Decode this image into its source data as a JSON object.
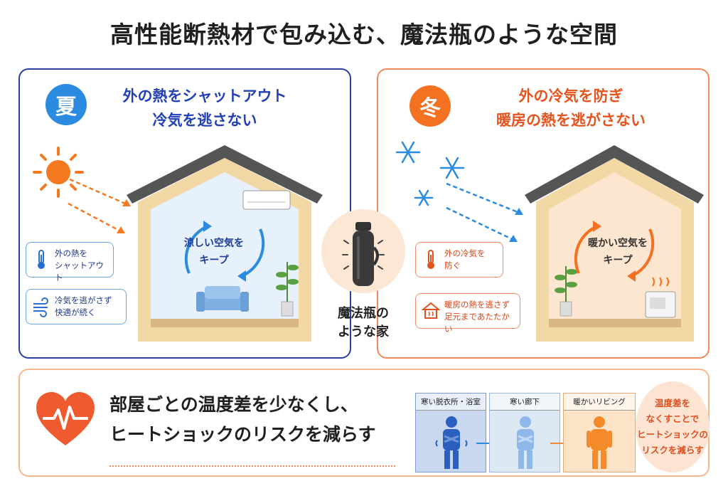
{
  "title": "高性能断熱材で包み込む、魔法瓶のような空間",
  "summer": {
    "badge": "夏",
    "heading_line1": "外の熱をシャットアウト",
    "heading_line2": "冷気を逃さない",
    "inside_line1": "涼しい空気を",
    "inside_line2": "キープ",
    "callout1_line1": "外の熱を",
    "callout1_line2": "シャットアウト",
    "callout2_line1": "冷気を逃がさず",
    "callout2_line2": "快適が続く"
  },
  "winter": {
    "badge": "冬",
    "heading_line1": "外の冷気を防ぎ",
    "heading_line2": "暖房の熱を逃がさない",
    "inside_line1": "暖かい空気を",
    "inside_line2": "キープ",
    "callout1_line1": "外の冷気を",
    "callout1_line2": "防ぐ",
    "callout2_line1": "暖房の熱を逃さず",
    "callout2_line2": "足元まであたたかい"
  },
  "center": {
    "line1": "魔法瓶の",
    "line2": "ような家"
  },
  "bottom": {
    "line1": "部屋ごとの温度差を少なくし、",
    "line2": "ヒートショックのリスクを減らす",
    "rooms": [
      "寒い脱衣所・浴室",
      "寒い廊下",
      "暖かいリビング"
    ],
    "result_line1": "温度差を",
    "result_line2": "なくすことで",
    "result_line3": "ヒートショックの",
    "result_line4": "リスクを減らす"
  },
  "colors": {
    "summer_primary": "#2a8be0",
    "summer_border": "#2b3f9e",
    "winter_primary": "#f37121",
    "winter_border": "#f08a5a",
    "heart": "#ef5a2f"
  },
  "icons": [
    "sun-icon",
    "snowflake-icon",
    "thermometer-icon",
    "wind-icon",
    "house-heat-icon",
    "heart-pulse-icon",
    "thermos-icon",
    "air-conditioner-icon",
    "heater-icon",
    "sofa-icon",
    "plant-icon",
    "person-icon"
  ]
}
